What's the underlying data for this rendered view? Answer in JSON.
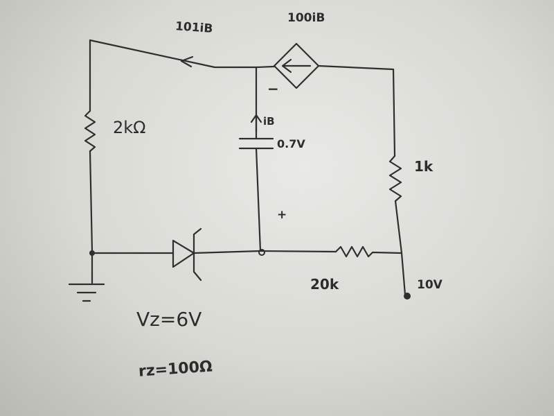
{
  "circuit": {
    "branch_current_label": "101iB",
    "source_label": "100iB",
    "minus_sign": "−",
    "plus_sign": "+",
    "r1_label": "2kΩ",
    "current_ib_label": "iB",
    "cap_voltage_label": "0.7V",
    "r2_label": "1k",
    "r3_label": "20k",
    "supply_label": "10V",
    "zener_vz_label": "Vz=6V",
    "zener_rz_label": "rz=100Ω"
  }
}
